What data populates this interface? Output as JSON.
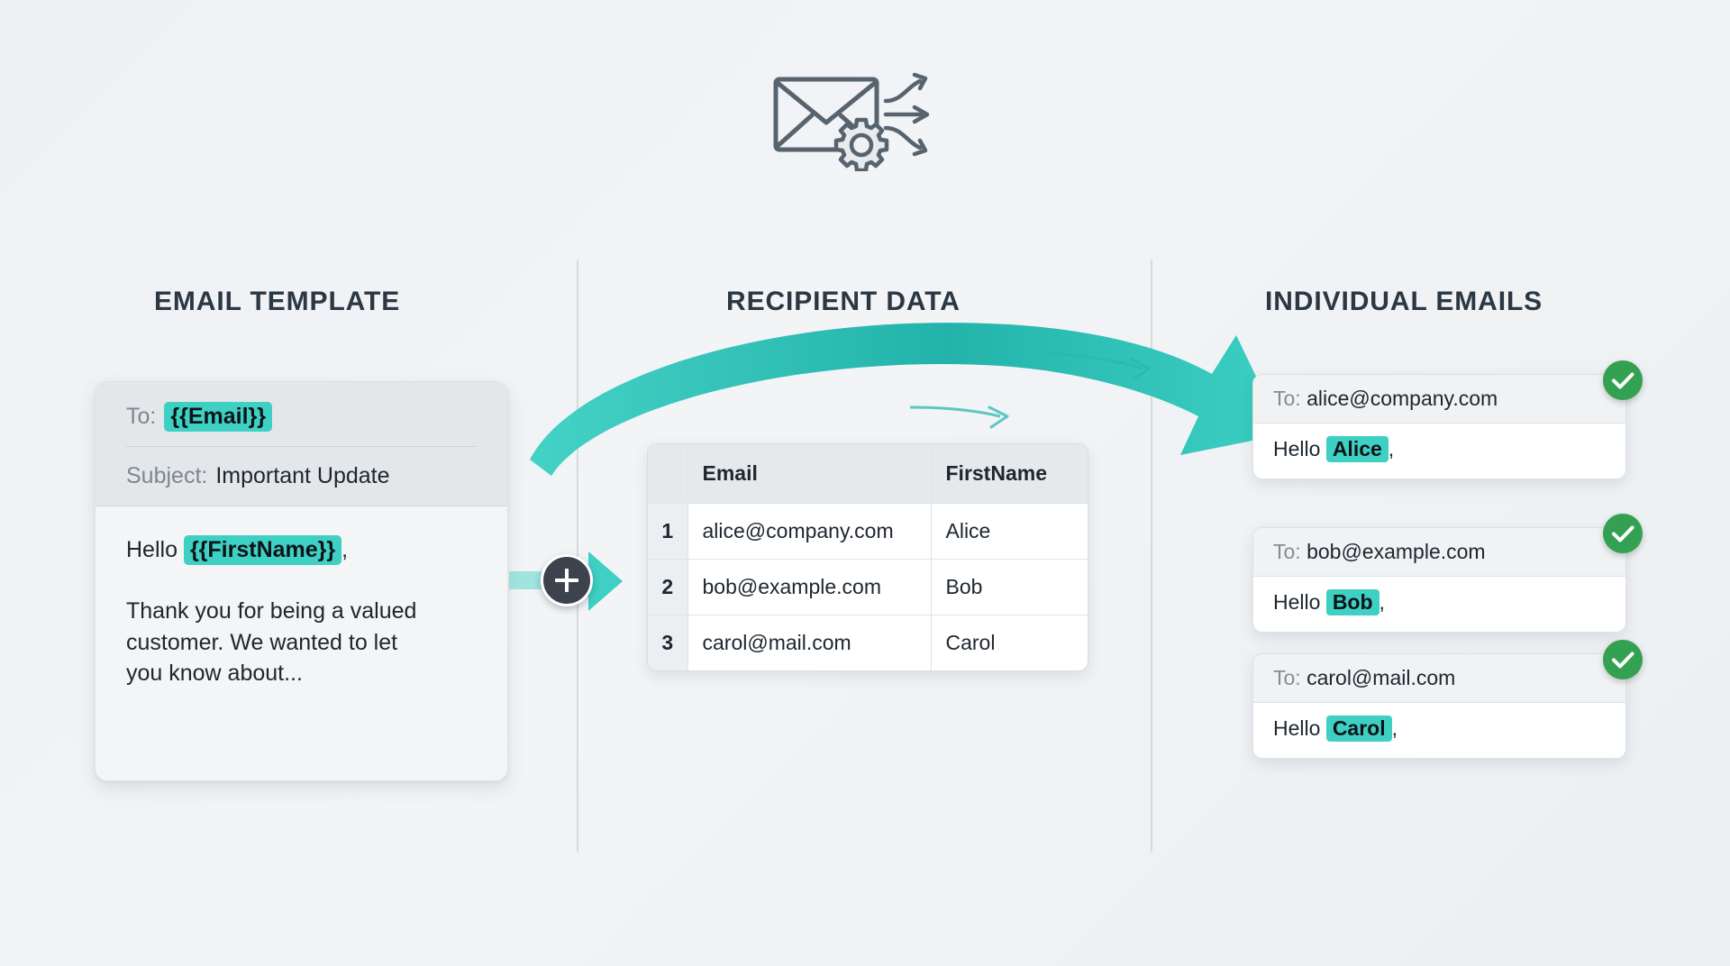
{
  "header": {
    "icon": "envelope-gear-distribute-icon"
  },
  "columns": {
    "template_heading": "EMAIL TEMPLATE",
    "data_heading": "RECIPIENT DATA",
    "emails_heading": "INDIVIDUAL EMAILS"
  },
  "template": {
    "to_label": "To:",
    "to_merge_tag": "{{Email}}",
    "subject_label": "Subject:",
    "subject_value": "Important Update",
    "greeting_prefix": "Hello",
    "greeting_merge_tag": "{{FirstName}}",
    "greeting_suffix": ",",
    "paragraph": "Thank you for being a valued customer. We wanted to let you know about..."
  },
  "connector": {
    "plus_icon": "plus-icon",
    "arrow_icon": "arrow-right-icon"
  },
  "recipients": {
    "columns": [
      "",
      "Email",
      "FirstName"
    ],
    "rows": [
      {
        "num": "1",
        "email": "alice@company.com",
        "first_name": "Alice"
      },
      {
        "num": "2",
        "email": "bob@example.com",
        "first_name": "Bob"
      },
      {
        "num": "3",
        "email": "carol@mail.com",
        "first_name": "Carol"
      }
    ]
  },
  "emails": [
    {
      "to_label": "To:",
      "to_value": "alice@company.com",
      "greeting_prefix": "Hello",
      "name": "Alice",
      "greeting_suffix": ",",
      "status_icon": "check-circle-icon"
    },
    {
      "to_label": "To:",
      "to_value": "bob@example.com",
      "greeting_prefix": "Hello",
      "name": "Bob",
      "greeting_suffix": ",",
      "status_icon": "check-circle-icon"
    },
    {
      "to_label": "To:",
      "to_value": "carol@mail.com",
      "greeting_prefix": "Hello",
      "name": "Carol",
      "greeting_suffix": ",",
      "status_icon": "check-circle-icon"
    }
  ],
  "colors": {
    "accent_teal": "#3fd0c4",
    "arrow_teal": "#2bb8ae",
    "success_green": "#34a152",
    "heading_dark": "#2b3742",
    "background": "#eef1f4"
  }
}
